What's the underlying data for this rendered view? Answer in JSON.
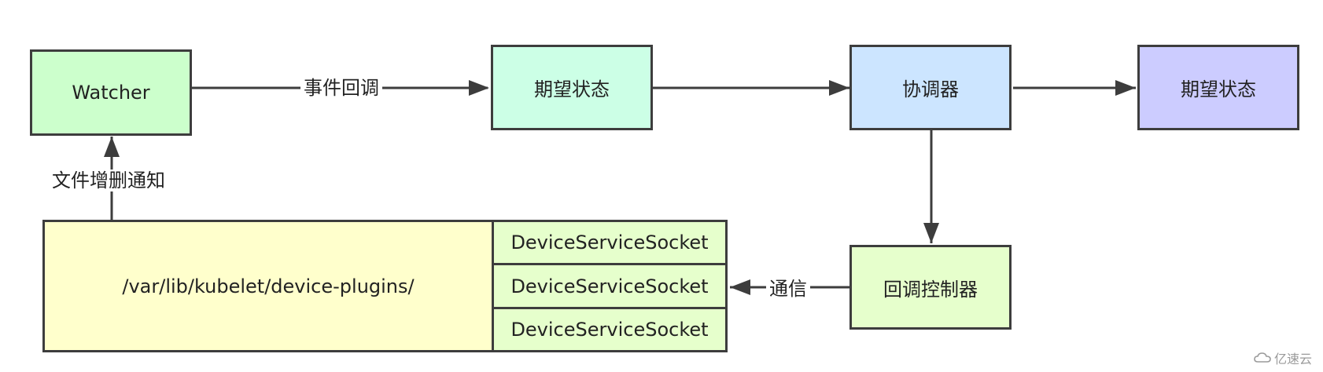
{
  "nodes": {
    "watcher": "Watcher",
    "desired_state_1": "期望状态",
    "coordinator": "协调器",
    "desired_state_2": "期望状态",
    "callback_controller": "回调控制器",
    "plugin_dir": "/var/lib/kubelet/device-plugins/",
    "sockets": [
      "DeviceServiceSocket",
      "DeviceServiceSocket",
      "DeviceServiceSocket"
    ]
  },
  "edges": {
    "event_callback": "事件回调",
    "file_change_notify": "文件增删通知",
    "communication": "通信"
  },
  "colors": {
    "watcher": "#ccffcc",
    "desired_state_1": "#ccffe6",
    "coordinator": "#cce5ff",
    "desired_state_2": "#ccccff",
    "callback_controller": "#e6ffcc",
    "plugin_dir": "#ffffcc",
    "socket": "#e6ffcc",
    "stroke": "#3d3d3d"
  },
  "watermark": "亿速云"
}
